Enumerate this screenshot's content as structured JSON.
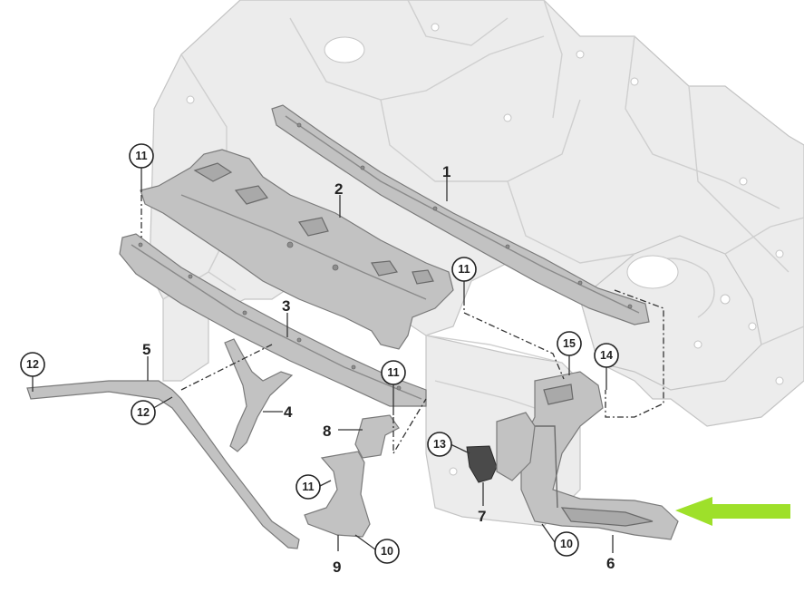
{
  "callouts": {
    "plain": [
      {
        "id": "1",
        "text": "1"
      },
      {
        "id": "2",
        "text": "2"
      },
      {
        "id": "3",
        "text": "3"
      },
      {
        "id": "4",
        "text": "4"
      },
      {
        "id": "5",
        "text": "5"
      },
      {
        "id": "6",
        "text": "6"
      },
      {
        "id": "7",
        "text": "7"
      },
      {
        "id": "8",
        "text": "8"
      },
      {
        "id": "9",
        "text": "9"
      }
    ],
    "circled": [
      {
        "id": "11a",
        "text": "11"
      },
      {
        "id": "11b",
        "text": "11"
      },
      {
        "id": "11c",
        "text": "11"
      },
      {
        "id": "11d",
        "text": "11"
      },
      {
        "id": "12a",
        "text": "12"
      },
      {
        "id": "12b",
        "text": "12"
      },
      {
        "id": "13",
        "text": "13"
      },
      {
        "id": "14",
        "text": "14"
      },
      {
        "id": "15",
        "text": "15"
      },
      {
        "id": "10a",
        "text": "10"
      },
      {
        "id": "10b",
        "text": "10"
      }
    ]
  },
  "arrow": {
    "color": "#9ee02a",
    "direction": "left"
  },
  "colors": {
    "body": "#ececec",
    "parts": "#c2c2c2",
    "dark_part": "#4a4a4a"
  }
}
